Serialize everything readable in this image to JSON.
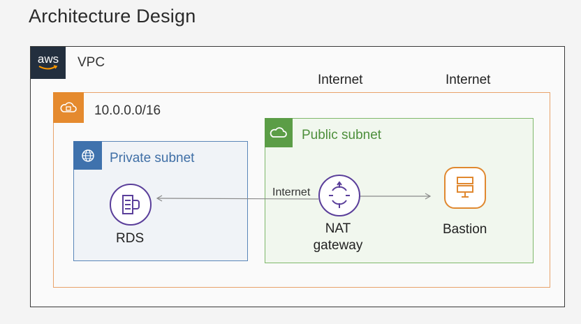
{
  "title": "Architecture Design",
  "vpc": {
    "badge_text": "aws",
    "label": "VPC"
  },
  "internet_labels": [
    "Internet",
    "Internet"
  ],
  "cidr": {
    "label": "10.0.0.0/16"
  },
  "public_subnet": {
    "label": "Public subnet"
  },
  "private_subnet": {
    "label": "Private subnet"
  },
  "nodes": {
    "rds": {
      "label": "RDS",
      "icon": "database-icon"
    },
    "nat": {
      "label_line1": "NAT",
      "label_line2": "gateway",
      "icon": "nat-gateway-icon"
    },
    "bastion": {
      "label": "Bastion",
      "icon": "bastion-host-icon"
    }
  },
  "connection_label": "Internet",
  "colors": {
    "aws_badge": "#232f3e",
    "cidr_border": "#e8a26a",
    "cidr_badge": "#e58a2e",
    "public_border": "#7fb86a",
    "public_badge": "#5b9d46",
    "private_border": "#5a86b8",
    "private_badge": "#3f72ad",
    "compute_icon": "#5a3e9a",
    "bastion_icon": "#e0882f"
  }
}
